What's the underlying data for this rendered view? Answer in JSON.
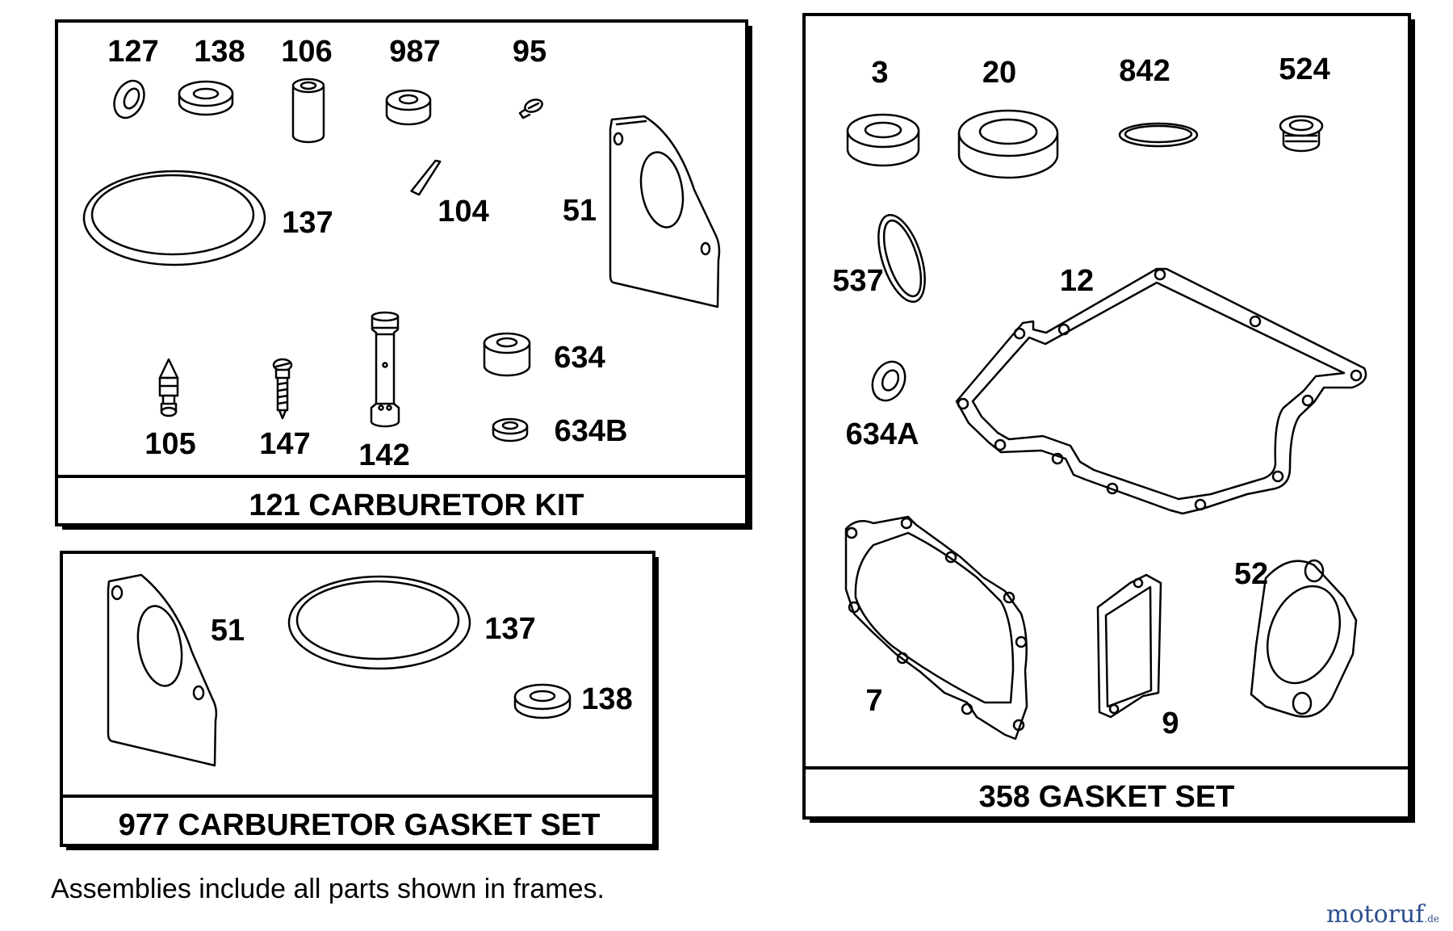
{
  "frames": {
    "carburetor_kit": {
      "title": "121 CARBURETOR KIT",
      "parts": [
        "127",
        "138",
        "106",
        "987",
        "95",
        "137",
        "104",
        "51",
        "634",
        "634B",
        "105",
        "147",
        "142"
      ]
    },
    "carburetor_gasket_set": {
      "title": "977 CARBURETOR GASKET SET",
      "parts": [
        "51",
        "137",
        "138"
      ]
    },
    "gasket_set": {
      "title": "358 GASKET SET",
      "parts": [
        "3",
        "20",
        "842",
        "524",
        "537",
        "12",
        "634A",
        "7",
        "9",
        "52"
      ]
    }
  },
  "footnote": "Assemblies include all parts shown in frames.",
  "watermark": {
    "brand": "motoruf",
    "tld": ".de"
  },
  "colors": {
    "ink": "#000000",
    "background": "#ffffff",
    "watermark_blue": "#2e4f8f",
    "watermark_red": "#c0392b"
  }
}
